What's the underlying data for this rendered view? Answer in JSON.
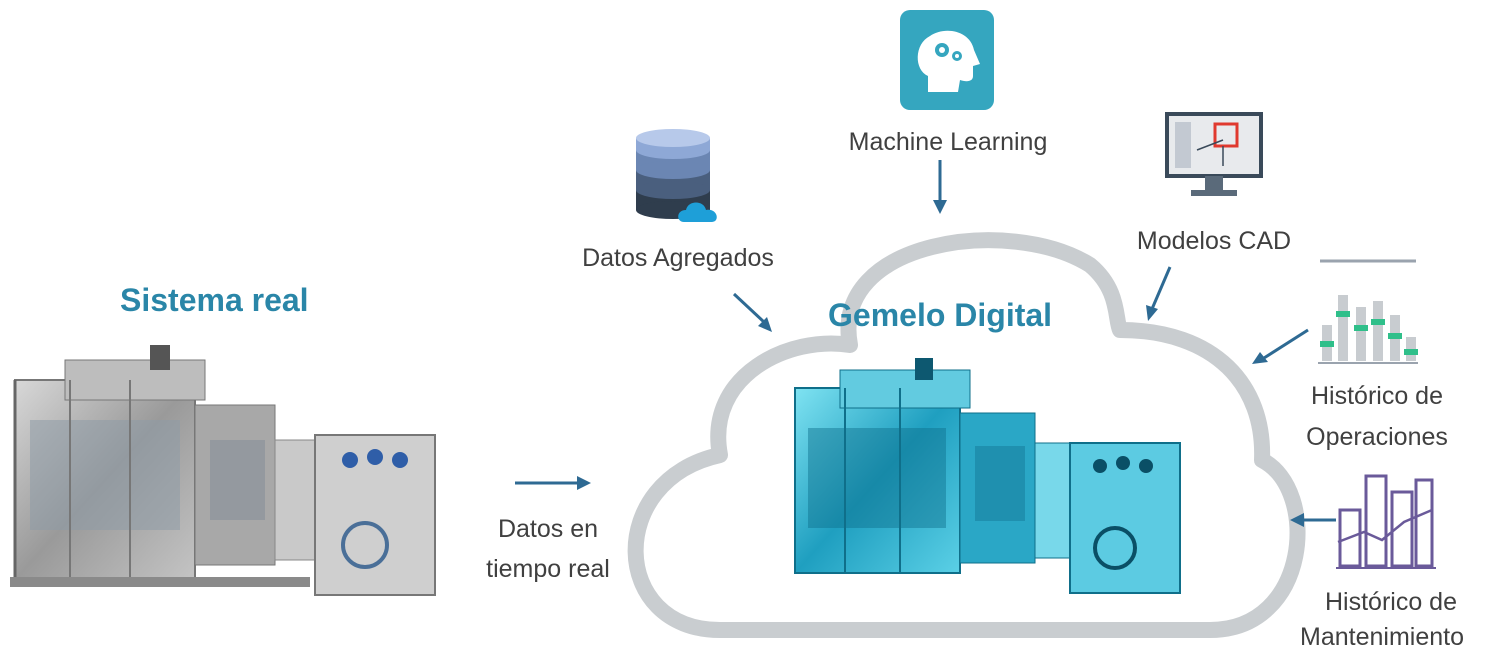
{
  "real_system": {
    "title": "Sistema real",
    "icon": "industrial-machine-image"
  },
  "realtime_flow": {
    "label_line1": "Datos en",
    "label_line2": "tiempo real"
  },
  "digital_twin": {
    "title": "Gemelo Digital",
    "icon": "digital-machine-image"
  },
  "inputs": {
    "machine_learning": {
      "label": "Machine Learning",
      "icon": "brain-gears-icon"
    },
    "aggregated_data": {
      "label": "Datos Agregados",
      "icon": "database-cloud-icon"
    },
    "cad_models": {
      "label": "Modelos CAD",
      "icon": "cad-monitor-icon"
    },
    "operations_history": {
      "label_line1": "Histórico de",
      "label_line2": "Operaciones",
      "icon": "bar-chart-icon"
    },
    "maintenance_history": {
      "label_line1": "Histórico de",
      "label_line2": "Mantenimiento",
      "icon": "trend-chart-icon"
    }
  },
  "colors": {
    "accent": "#2a86a8",
    "cloud": "#c9cdd0",
    "arrow": "#2e6a93",
    "icon_teal": "#35a6bf",
    "chart_green": "#2fbf8a",
    "chart_purple": "#6a5a9a"
  }
}
